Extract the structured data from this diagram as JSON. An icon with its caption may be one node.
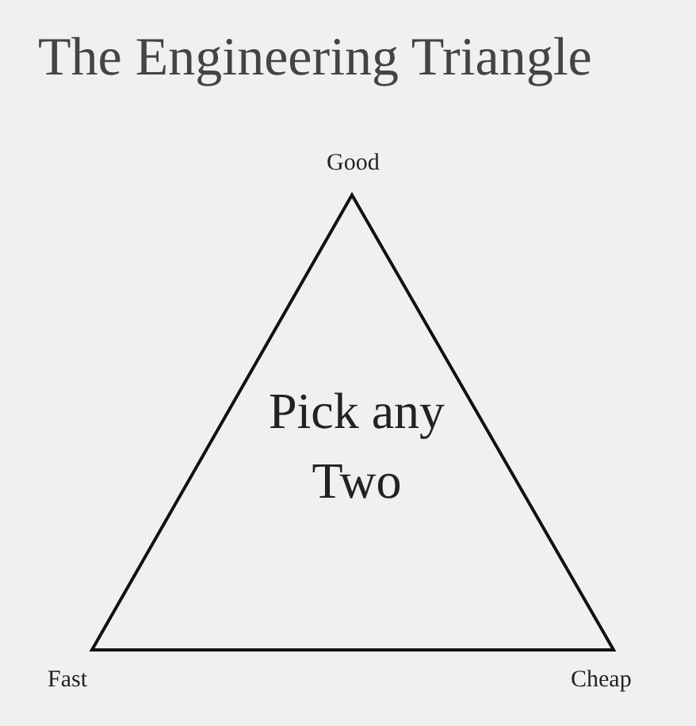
{
  "diagram": {
    "title": "The Engineering Triangle",
    "nodes": [
      {
        "text": [
          "Pick any Two"
        ],
        "beside": [
          "Good",
          "Fast",
          "Cheap"
        ]
      }
    ],
    "edges": []
  }
}
